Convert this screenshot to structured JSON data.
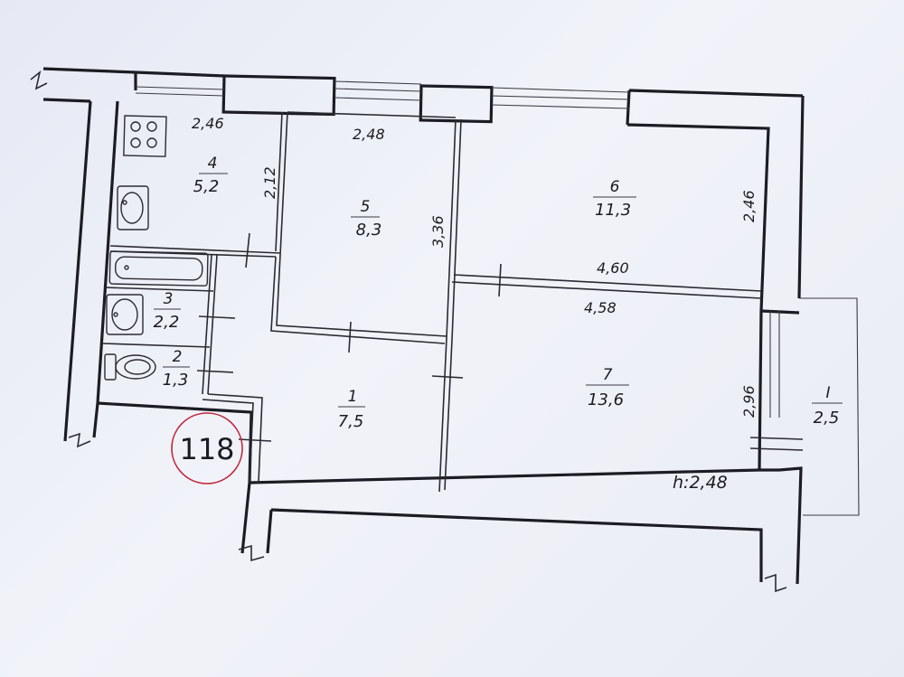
{
  "rooms": {
    "r1": {
      "number": "1",
      "area": "7,5"
    },
    "r2": {
      "number": "2",
      "area": "1,3"
    },
    "r3": {
      "number": "3",
      "area": "2,2"
    },
    "r4": {
      "number": "4",
      "area": "5,2"
    },
    "r5": {
      "number": "5",
      "area": "8,3"
    },
    "r6": {
      "number": "6",
      "area": "11,3"
    },
    "r7": {
      "number": "7",
      "area": "13,6"
    },
    "balcony": {
      "number": "I",
      "area": "2,5"
    }
  },
  "dimensions": {
    "kitchen_width": "2,46",
    "kitchen_depth": "2,12",
    "room5_width": "2,48",
    "room5_depth": "3,36",
    "room6_depth": "2,46",
    "room6_width": "4,60",
    "room7_width": "4,58",
    "room7_depth": "2,96"
  },
  "ceiling_height": "h:2,48",
  "stamp": {
    "number": "118",
    "color": "#c0263a"
  },
  "colors": {
    "lines": "#1c1c24",
    "paper": "#eceef6"
  }
}
